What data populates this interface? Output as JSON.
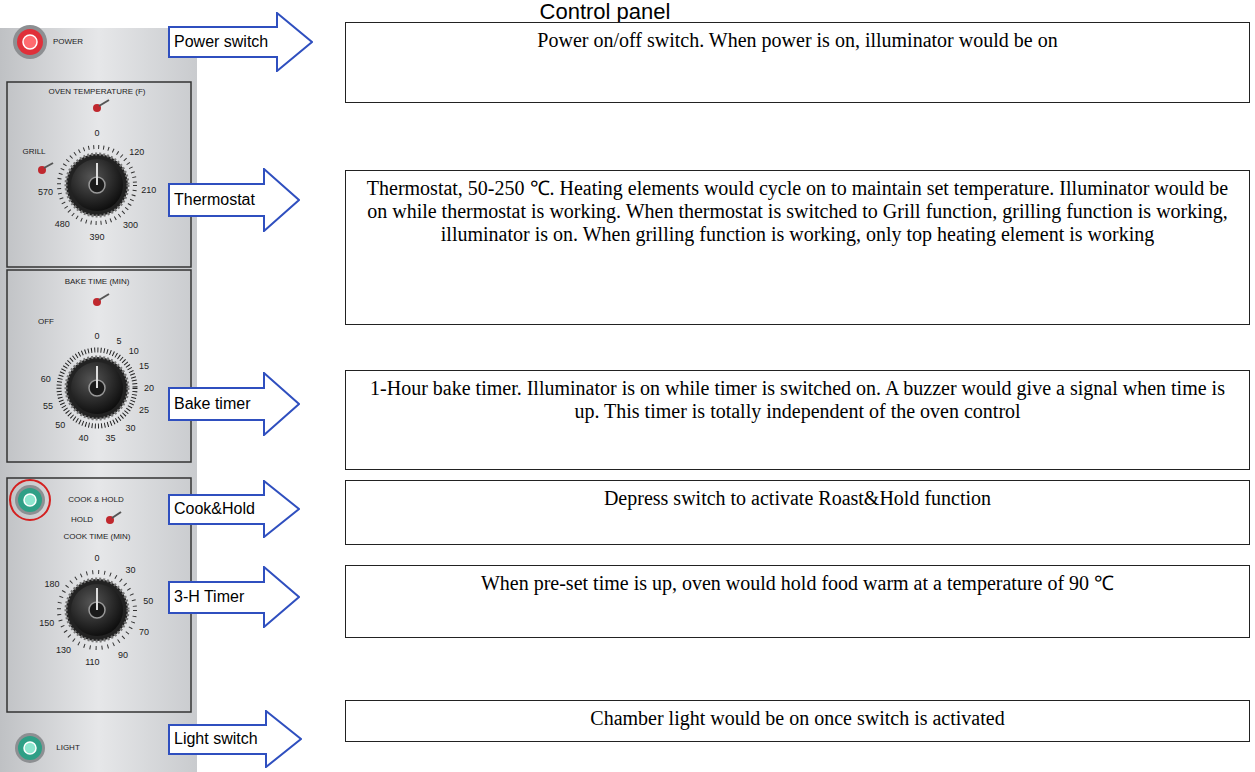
{
  "diagram": {
    "title": "Control panel",
    "nodes": [
      {
        "text": [
          "Power switch"
        ]
      },
      {
        "text": [
          "Power on/off switch. When power is on, illuminator would be on"
        ]
      },
      {
        "text": [
          "Thermostat"
        ]
      },
      {
        "text": [
          "Thermostat, 50-250 ℃. Heating elements would cycle on to maintain set temperature. Illuminator would be on while thermostat is working. When thermostat is switched to Grill function, grilling function is working, illuminator is on. When grilling function is working, only top heating element is working"
        ]
      },
      {
        "text": [
          "Bake timer"
        ]
      },
      {
        "text": [
          "1-Hour bake timer. Illuminator is on while timer is switched on. A buzzer would give a signal when time is up. This timer is totally independent of the oven control"
        ]
      },
      {
        "text": [
          "Cook&Hold"
        ]
      },
      {
        "text": [
          "Depress switch to activate Roast&Hold function"
        ]
      },
      {
        "text": [
          "3-H Timer"
        ]
      },
      {
        "text": [
          "When pre-set time is up, oven would hold food warm at a temperature of 90 ℃"
        ]
      },
      {
        "text": [
          "Light switch"
        ]
      },
      {
        "text": [
          "Chamber light would be on once switch is activated"
        ]
      }
    ],
    "labels": [
      "POWER",
      "OVEN TEMPERATURE (F)",
      "0",
      "120",
      "210",
      "300",
      "390",
      "480",
      "570",
      "GRILL",
      "BAKE TIME (MIN)",
      "OFF",
      "0",
      "5",
      "10",
      "15",
      "20",
      "25",
      "30",
      "35",
      "40",
      "50",
      "55",
      "60",
      "COOK & HOLD",
      "HOLD",
      "COOK TIME (MIN)",
      "0",
      "30",
      "50",
      "70",
      "90",
      "110",
      "130",
      "150",
      "180",
      "LIGHT"
    ]
  }
}
